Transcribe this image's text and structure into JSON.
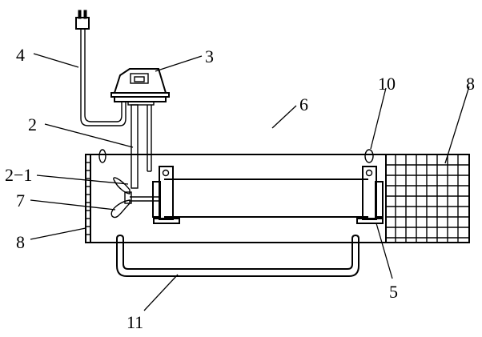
{
  "labels": {
    "l4": "4",
    "l3": "3",
    "l2": "2",
    "l6": "6",
    "l10": "10",
    "l8_right": "8",
    "l2_1": "2−1",
    "l7": "7",
    "l8_left": "8",
    "l5": "5",
    "l11": "11"
  },
  "colors": {
    "line": "#000000",
    "background": "#ffffff"
  }
}
